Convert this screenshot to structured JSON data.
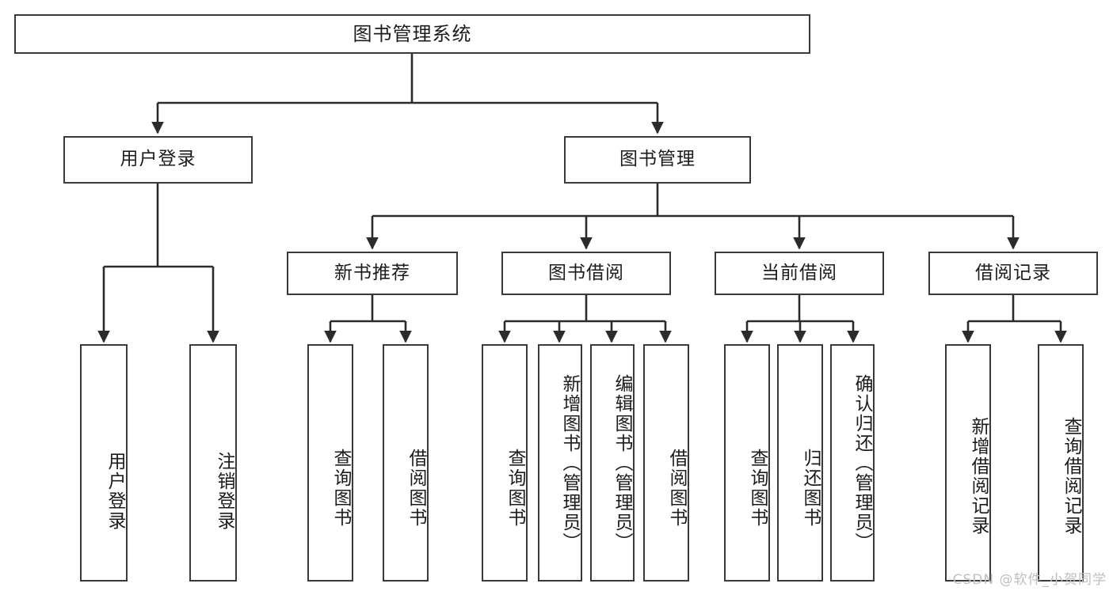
{
  "diagram": {
    "type": "tree",
    "title": "图书管理系统",
    "style": {
      "box_border_color": "#3a3a3a",
      "box_fill_color": "#ffffff",
      "edge_color": "#2b2b2b",
      "text_color": "#1c1c1c",
      "background": "#ffffff",
      "watermark_color": "#bfbfbf"
    },
    "watermark": "CSDN @软件_小贺同学",
    "nodes": {
      "root": {
        "label": "图书管理系统"
      },
      "level2": [
        {
          "id": "user-login",
          "label": "用户登录"
        },
        {
          "id": "book-manage",
          "label": "图书管理"
        }
      ],
      "level3": [
        {
          "id": "new-book-recommend",
          "label": "新书推荐"
        },
        {
          "id": "book-borrow",
          "label": "图书借阅"
        },
        {
          "id": "current-borrow",
          "label": "当前借阅"
        },
        {
          "id": "borrow-record",
          "label": "借阅记录"
        }
      ],
      "leaves": {
        "user_login": [
          {
            "id": "leaf-user-login",
            "label": "用户登录"
          },
          {
            "id": "leaf-logout-login",
            "label": "注销登录"
          }
        ],
        "new_book_recommend": [
          {
            "id": "leaf-query-book-1",
            "label": "查询图书"
          },
          {
            "id": "leaf-borrow-book-1",
            "label": "借阅图书"
          }
        ],
        "book_borrow": [
          {
            "id": "leaf-query-book-2",
            "label": "查询图书"
          },
          {
            "id": "leaf-add-book",
            "label": "新增图书（管理员）"
          },
          {
            "id": "leaf-edit-book",
            "label": "编辑图书（管理员）"
          },
          {
            "id": "leaf-borrow-book-2",
            "label": "借阅图书"
          }
        ],
        "current_borrow": [
          {
            "id": "leaf-query-book-3",
            "label": "查询图书"
          },
          {
            "id": "leaf-return-book",
            "label": "归还图书"
          },
          {
            "id": "leaf-confirm-return",
            "label": "确认归还（管理员）"
          }
        ],
        "borrow_record": [
          {
            "id": "leaf-add-record",
            "label": "新增借阅记录"
          },
          {
            "id": "leaf-query-record",
            "label": "查询借阅记录"
          }
        ]
      }
    },
    "edges": [
      {
        "from": "图书管理系统",
        "to": "用户登录"
      },
      {
        "from": "图书管理系统",
        "to": "图书管理"
      },
      {
        "from": "用户登录",
        "to": "用户登录"
      },
      {
        "from": "用户登录",
        "to": "注销登录"
      },
      {
        "from": "图书管理",
        "to": "新书推荐"
      },
      {
        "from": "图书管理",
        "to": "图书借阅"
      },
      {
        "from": "图书管理",
        "to": "当前借阅"
      },
      {
        "from": "图书管理",
        "to": "借阅记录"
      },
      {
        "from": "新书推荐",
        "to": "查询图书"
      },
      {
        "from": "新书推荐",
        "to": "借阅图书"
      },
      {
        "from": "图书借阅",
        "to": "查询图书"
      },
      {
        "from": "图书借阅",
        "to": "新增图书（管理员）"
      },
      {
        "from": "图书借阅",
        "to": "编辑图书（管理员）"
      },
      {
        "from": "图书借阅",
        "to": "借阅图书"
      },
      {
        "from": "当前借阅",
        "to": "查询图书"
      },
      {
        "from": "当前借阅",
        "to": "归还图书"
      },
      {
        "from": "当前借阅",
        "to": "确认归还（管理员）"
      },
      {
        "from": "借阅记录",
        "to": "新增借阅记录"
      },
      {
        "from": "借阅记录",
        "to": "查询借阅记录"
      }
    ]
  }
}
